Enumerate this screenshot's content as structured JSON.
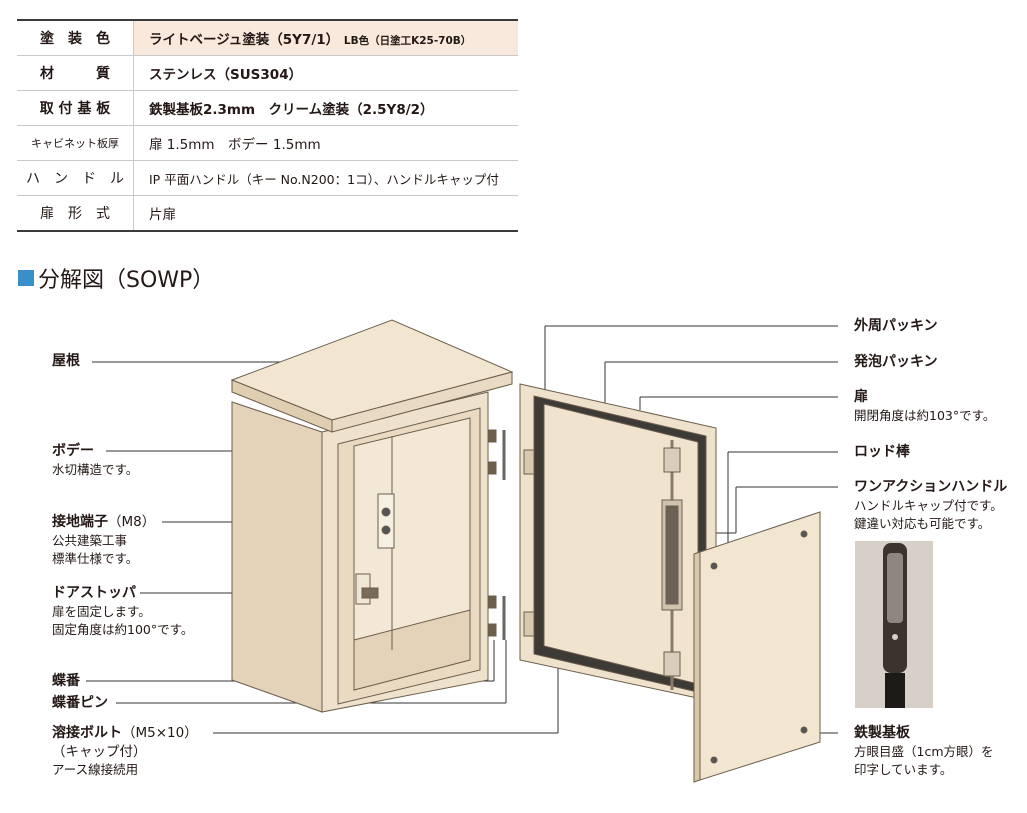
{
  "spec_rows": [
    {
      "key": "塗　装　色",
      "value": "ライトベージュ塗装（5Y7/1）",
      "value_small": "LB色（日塗工K25-70B）"
    },
    {
      "key": "材　　　質",
      "value": "ステンレス（SUS304）"
    },
    {
      "key": "取 付 基 板",
      "value": "鉄製基板2.3mm　クリーム塗装（2.5Y8/2）"
    },
    {
      "key": "キャビネット板厚",
      "value": "扉 1.5mm　ボデー 1.5mm"
    },
    {
      "key": "ハ　ン　ド　ル",
      "value": "IP 平面ハンドル（キー No.N200：1コ）、ハンドルキャップ付"
    },
    {
      "key": "扉　形　式",
      "value": "片扉"
    }
  ],
  "section_title": "分解図（SOWP）",
  "labels": {
    "roof": {
      "title": "屋根"
    },
    "body": {
      "title": "ボデー",
      "sub": [
        "水切構造です。"
      ]
    },
    "ground": {
      "title": "接地端子",
      "title_suffix": "（M8）",
      "sub": [
        "公共建築工事",
        "標準仕様です。"
      ]
    },
    "stopper": {
      "title": "ドアストッパ",
      "sub": [
        "扉を固定します。",
        "固定角度は約100°です。"
      ]
    },
    "hinge": {
      "title": "蝶番"
    },
    "hinge_pin": {
      "title": "蝶番ピン"
    },
    "bolt": {
      "title": "溶接ボルト",
      "title_suffix": "（M5×10）",
      "sub": [
        "（キャップ付）",
        "アース線接続用"
      ]
    },
    "outer_packing": {
      "title": "外周パッキン"
    },
    "foam_packing": {
      "title": "発泡パッキン"
    },
    "door": {
      "title": "扉",
      "sub": [
        "開閉角度は約103°です。"
      ]
    },
    "rod": {
      "title": "ロッド棒"
    },
    "handle": {
      "title": "ワンアクションハンドル",
      "sub": [
        "ハンドルキャップ付です。",
        "鍵違い対応も可能です。"
      ]
    },
    "plate": {
      "title": "鉄製基板",
      "sub": [
        "方眼目盛（1cm方眼）を",
        "印字しています。"
      ]
    }
  },
  "colors": {
    "accent": "#3b8fc9",
    "highlight_row": "#f8e9dc",
    "cabinet": "#efe2cc",
    "cabinet_side": "#e4d3b8"
  }
}
